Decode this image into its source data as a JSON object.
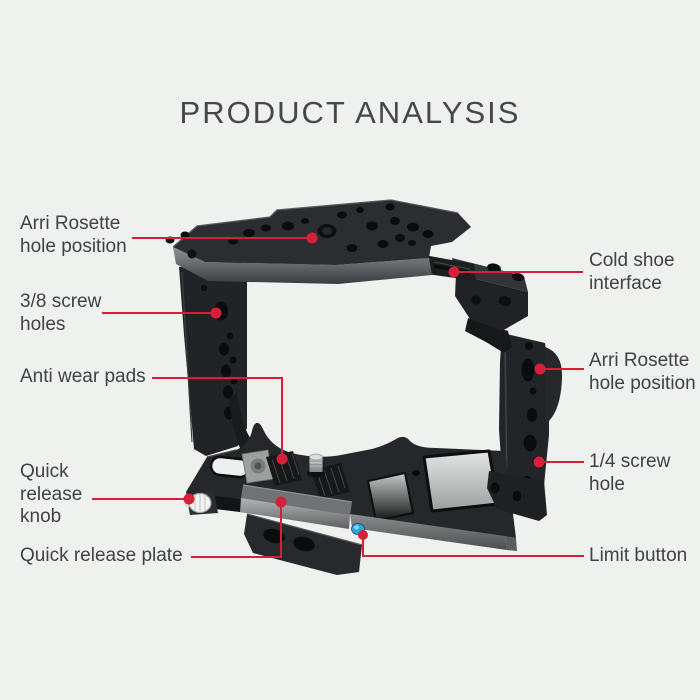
{
  "title": "PRODUCT ANALYSIS",
  "colors": {
    "background": "#eff1ef",
    "title_text": "#45484b",
    "label_text": "#3f4246",
    "annotation_red": "#d6203a",
    "cage_black": "#222427",
    "cage_highlight_gray": "#8a8c8f",
    "limit_button_blue": "#2aa7d8",
    "knob_white": "#f2f3f2",
    "qr_plate_silver": "#9ea09f"
  },
  "annotations": {
    "left": [
      {
        "text": "Arri Rosette\nhole position"
      },
      {
        "text": "3/8 screw\nholes"
      },
      {
        "text": "Anti wear pads"
      },
      {
        "text": "Quick\nrelease\nknob"
      },
      {
        "text": "Quick release plate"
      }
    ],
    "right": [
      {
        "text": "Cold shoe\ninterface"
      },
      {
        "text": "Arri Rosette\nhole position"
      },
      {
        "text": "1/4 screw hole"
      },
      {
        "text": "Limit button"
      }
    ]
  }
}
